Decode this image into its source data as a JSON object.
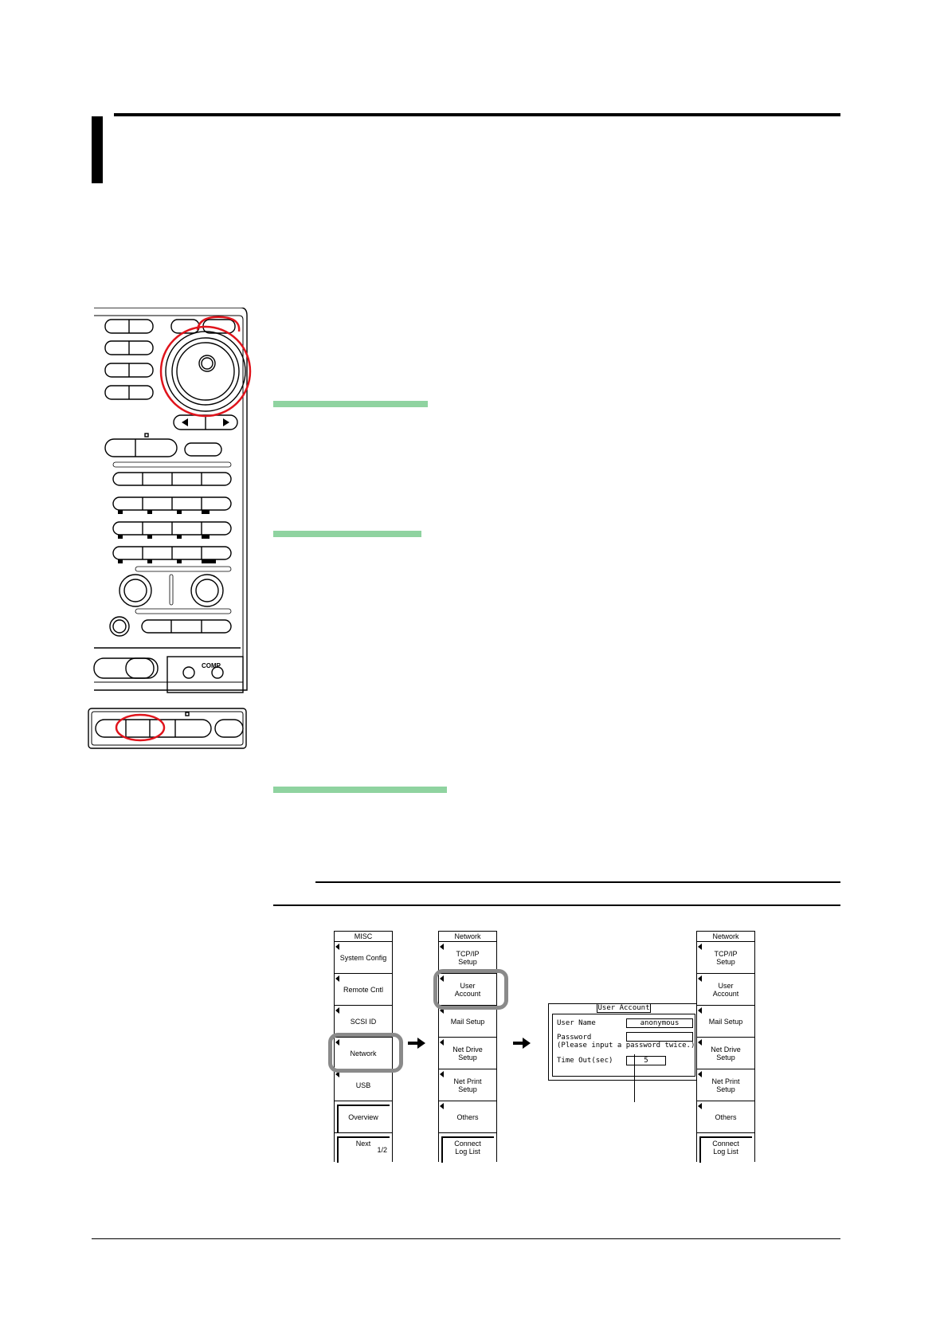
{
  "menus": {
    "misc": {
      "title": "MISC",
      "items": [
        "System Config",
        "Remote Cntl",
        "SCSI ID",
        "Network",
        "USB",
        "Overview",
        "Next"
      ],
      "page": "1/2"
    },
    "network1": {
      "title": "Network",
      "items": [
        "TCP/IP\nSetup",
        "User\nAccount",
        "Mail Setup",
        "Net Drive\nSetup",
        "Net Print\nSetup",
        "Others",
        "Connect\nLog List"
      ]
    },
    "network2": {
      "title": "Network",
      "items": [
        "TCP/IP\nSetup",
        "User\nAccount",
        "Mail Setup",
        "Net Drive\nSetup",
        "Net Print\nSetup",
        "Others",
        "Connect\nLog List"
      ]
    }
  },
  "dialog": {
    "title": "User Account",
    "user_name_label": "User Name",
    "user_name_value": "anonymous",
    "password_label": "Password",
    "password_hint": "(Please input a password twice.)",
    "timeout_label": "Time Out(sec)",
    "timeout_value": "5"
  },
  "panel": {
    "comp_label": "COMP"
  },
  "colors": {
    "green_rule": "#8fd3a0",
    "highlight_red": "#e0141c",
    "highlight_gray": "#8a8a8a"
  }
}
